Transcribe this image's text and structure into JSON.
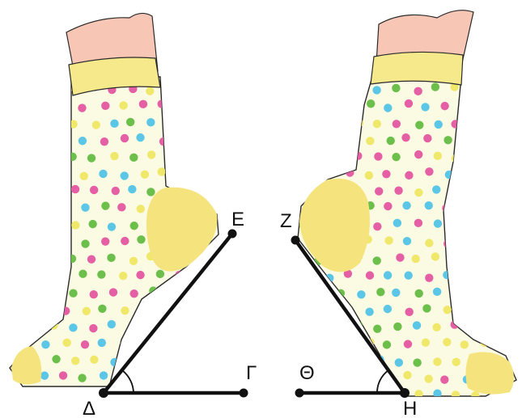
{
  "labels": {
    "E": "Ε",
    "D": "Δ",
    "G": "Γ",
    "Z": "Ζ",
    "H": "Η",
    "Th": "Θ"
  },
  "colors": {
    "sock": "#fbfbe4",
    "sock_outline": "#2a2a2a",
    "cuff": "#f6e98c",
    "leg_skin": "#f8c6b4",
    "heel_toe": "#f5e47e",
    "line": "#111111",
    "dots": [
      "#e45fa4",
      "#6cbf4a",
      "#5cc6e6",
      "#f0e86a"
    ]
  }
}
